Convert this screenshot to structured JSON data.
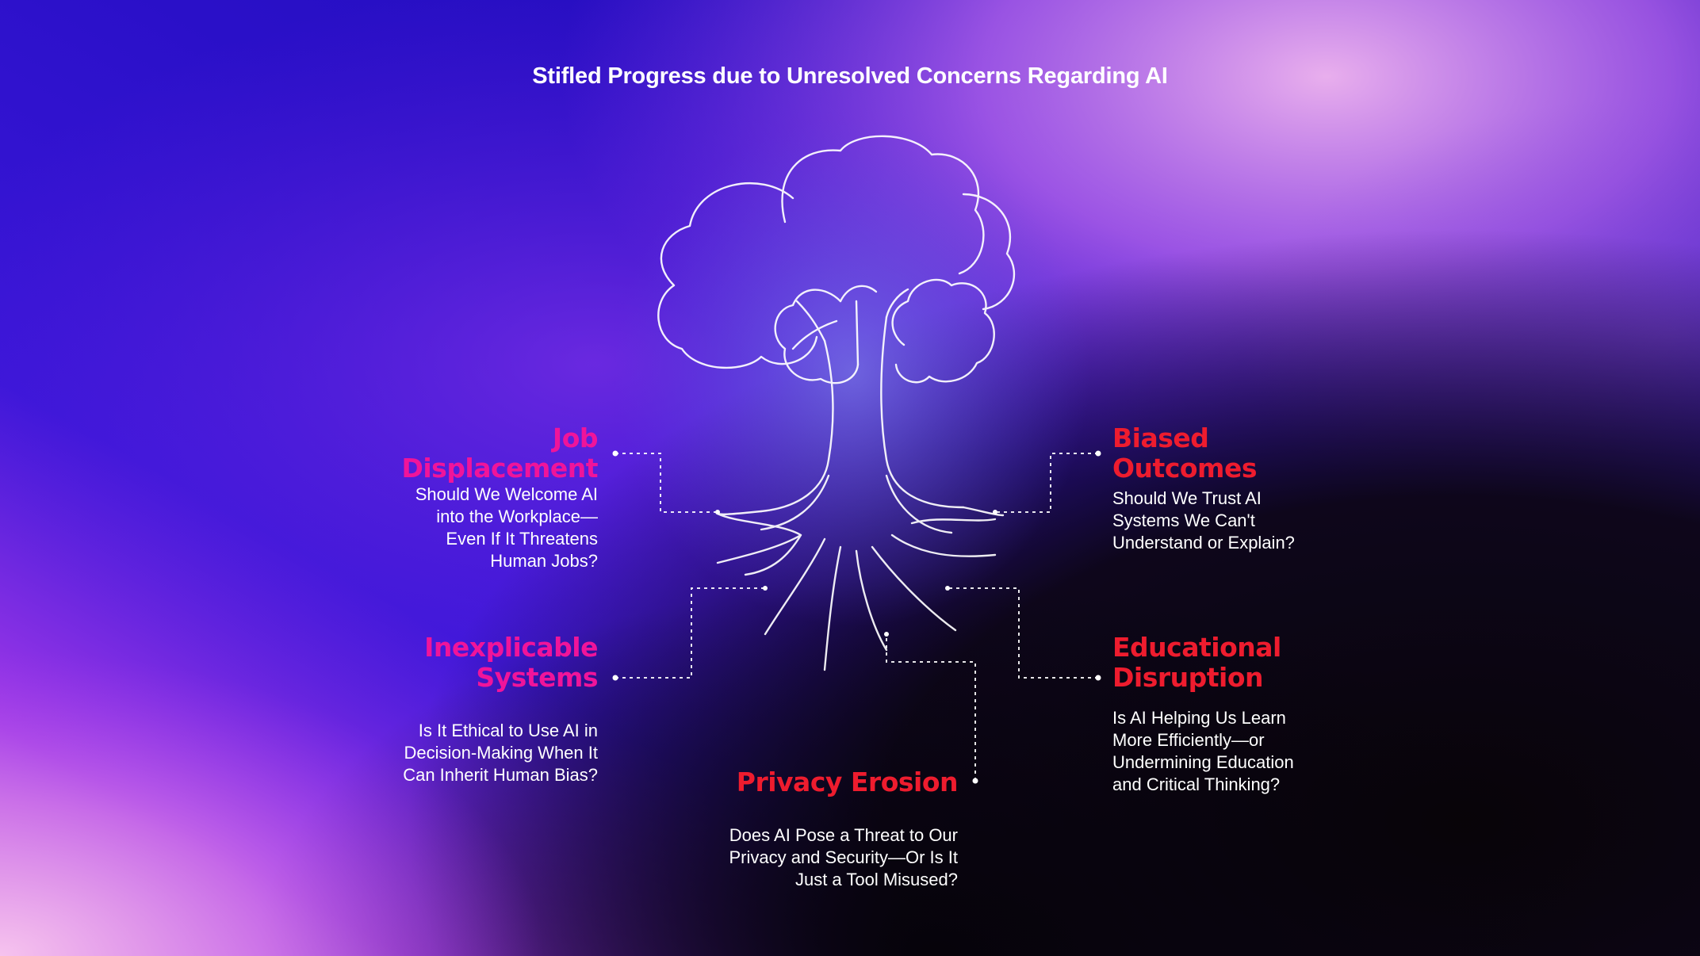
{
  "title": "Stifled Progress due to Unresolved Concerns Regarding AI",
  "colors": {
    "heading_magenta": "#f0149a",
    "heading_red": "#ee1c2e",
    "text": "#ffffff",
    "line": "#ffffff"
  },
  "concerns": {
    "job_displacement": {
      "heading": "Job\nDisplacement",
      "question": "Should We Welcome AI\ninto the Workplace—\nEven If It Threatens\nHuman Jobs?"
    },
    "inexplicable_systems": {
      "heading": "Inexplicable\nSystems",
      "question": "Is It Ethical to Use AI in\nDecision-Making When It\nCan Inherit Human Bias?"
    },
    "privacy_erosion": {
      "heading": "Privacy Erosion",
      "question": "Does AI Pose a Threat to Our\nPrivacy and Security—Or Is It\nJust a Tool Misused?"
    },
    "biased_outcomes": {
      "heading": "Biased\nOutcomes",
      "question": "Should We Trust AI\nSystems We Can't\nUnderstand or Explain?"
    },
    "educational_disruption": {
      "heading": "Educational\nDisruption",
      "question": "Is AI Helping Us Learn\nMore Efficiently—or\nUndermining Education\nand Critical Thinking?"
    }
  },
  "icons": [
    "tree-icon"
  ]
}
